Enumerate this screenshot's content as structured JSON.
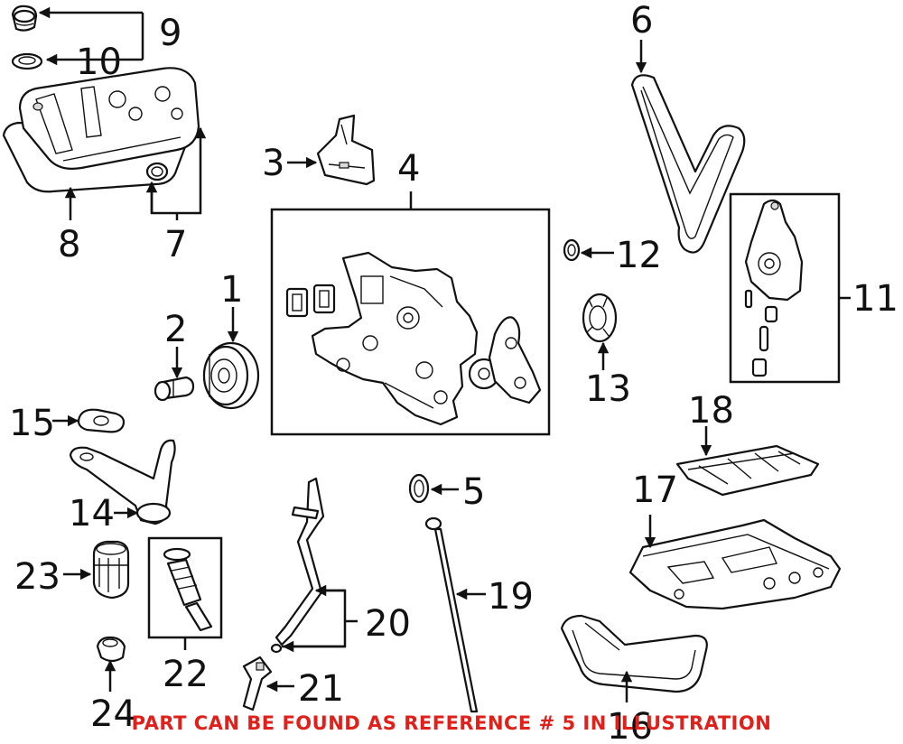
{
  "callouts": [
    {
      "id": "1",
      "label": "1"
    },
    {
      "id": "2",
      "label": "2"
    },
    {
      "id": "3",
      "label": "3"
    },
    {
      "id": "4",
      "label": "4"
    },
    {
      "id": "5",
      "label": "5"
    },
    {
      "id": "6",
      "label": "6"
    },
    {
      "id": "7",
      "label": "7"
    },
    {
      "id": "8",
      "label": "8"
    },
    {
      "id": "9",
      "label": "9"
    },
    {
      "id": "10",
      "label": "10"
    },
    {
      "id": "11",
      "label": "11"
    },
    {
      "id": "12",
      "label": "12"
    },
    {
      "id": "13",
      "label": "13"
    },
    {
      "id": "14",
      "label": "14"
    },
    {
      "id": "15",
      "label": "15"
    },
    {
      "id": "16",
      "label": "16"
    },
    {
      "id": "17",
      "label": "17"
    },
    {
      "id": "18",
      "label": "18"
    },
    {
      "id": "19",
      "label": "19"
    },
    {
      "id": "20",
      "label": "20"
    },
    {
      "id": "21",
      "label": "21"
    },
    {
      "id": "22",
      "label": "22"
    },
    {
      "id": "23",
      "label": "23"
    },
    {
      "id": "24",
      "label": "24"
    }
  ],
  "notice": "PART CAN BE FOUND AS REFERENCE # 5 IN ILLUSTRATION",
  "colors": {
    "notice": "#e0201b",
    "line": "#111111",
    "background": "#ffffff"
  }
}
